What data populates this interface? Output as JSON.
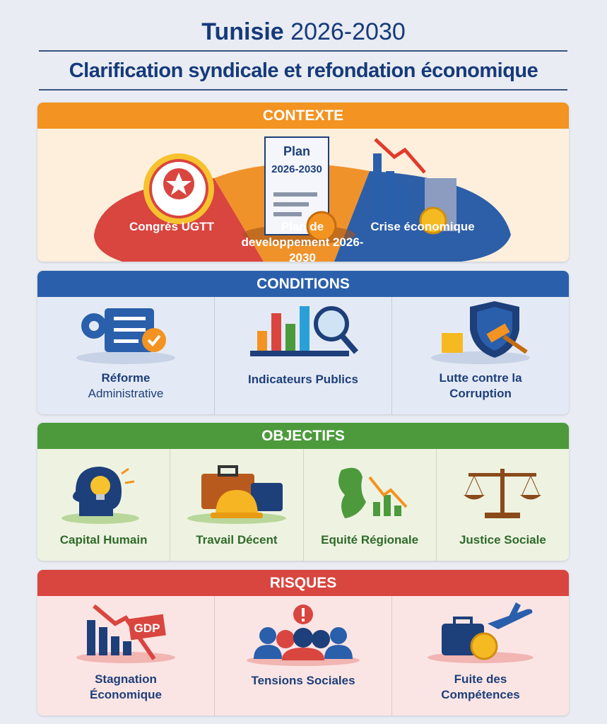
{
  "header": {
    "title_bold": "Tunisie",
    "title_rest": "2026-2030",
    "subtitle": "Clarification syndicale et refondation économique"
  },
  "sections": {
    "contexte": {
      "title": "CONTEXTE",
      "items": [
        {
          "label": "Congrés UGTT",
          "icon": "union-emblem-icon"
        },
        {
          "label": "Plan de developpement 2026-2030",
          "icon": "plan-document-icon",
          "doc_title": "Plan",
          "doc_years": "2026-2030"
        },
        {
          "label": "Crise économique",
          "icon": "declining-chart-icon"
        }
      ]
    },
    "conditions": {
      "title": "CONDITIONS",
      "items": [
        {
          "label_line1": "Réforme",
          "label_line2": "Administrative",
          "icon": "gear-checklist-icon"
        },
        {
          "label_line1": "Indicateurs Publics",
          "icon": "bar-chart-magnifier-icon"
        },
        {
          "label_line1": "Lutte contre la",
          "label_line2": "Corruption",
          "icon": "shield-gavel-icon"
        }
      ]
    },
    "objectifs": {
      "title": "OBJECTIFS",
      "items": [
        {
          "label": "Capital Humain",
          "icon": "head-lightbulb-icon"
        },
        {
          "label": "Travail Décent",
          "icon": "briefcase-hardhat-icon"
        },
        {
          "label": "Equité Régionale",
          "icon": "map-chart-icon"
        },
        {
          "label": "Justice Sociale",
          "icon": "scales-icon"
        }
      ]
    },
    "risques": {
      "title": "RISQUES",
      "items": [
        {
          "label_line1": "Stagnation",
          "label_line2": "Économique",
          "icon": "gdp-decline-icon",
          "badge": "GDP"
        },
        {
          "label_line1": "Tensions Sociales",
          "icon": "crowd-alert-icon"
        },
        {
          "label_line1": "Fuite des",
          "label_line2": "Compétences",
          "icon": "suitcase-plane-icon"
        }
      ]
    }
  },
  "colors": {
    "contexte": "#f39321",
    "conditions": "#2a5fab",
    "objectifs": "#4c9a3c",
    "risques": "#d9453f",
    "title": "#163a7a"
  }
}
